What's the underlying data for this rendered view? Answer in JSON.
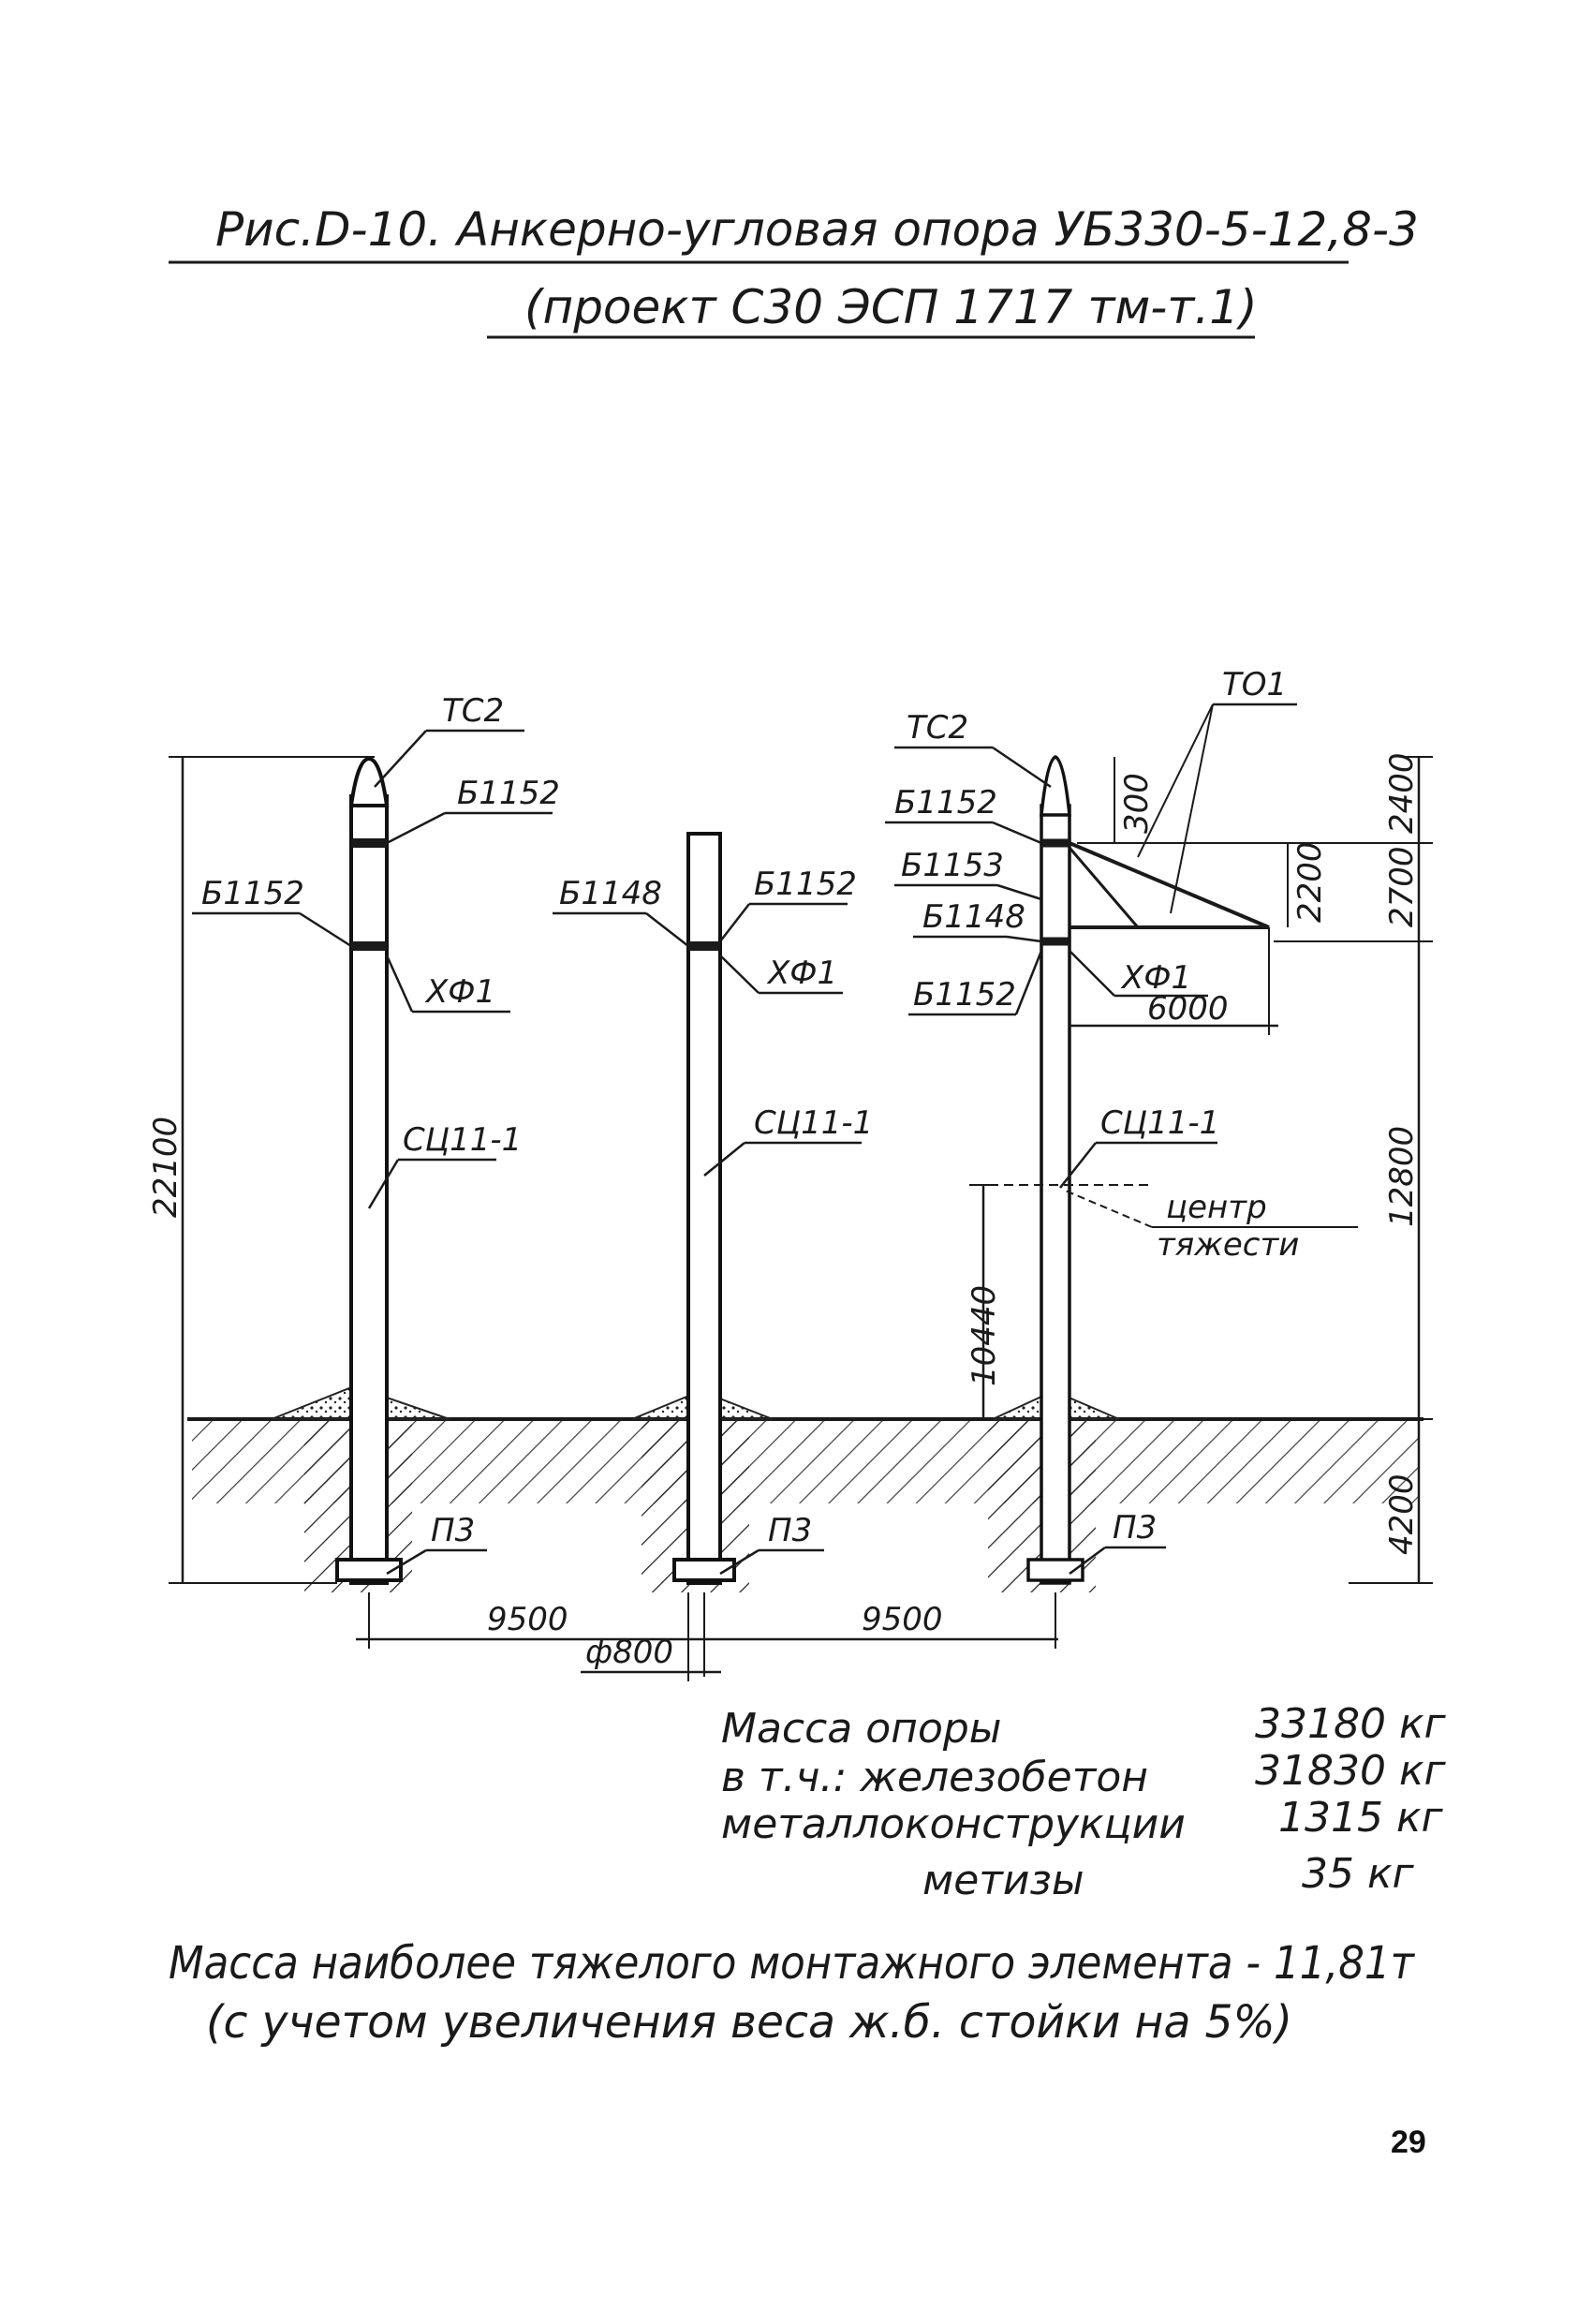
{
  "title": {
    "line1": "Рис.D-10. Анкерно-угловая опора УБ330-5-12,8-3",
    "line2": "(проект С30 ЭСП 1717 тм-т.1)"
  },
  "pole_left": {
    "top_cap": "ТС2",
    "band_upper": "Б1152",
    "band_lower": "Б1152",
    "clamp": "ХФ1",
    "shaft": "СЦ11-1",
    "base_plate": "П3"
  },
  "pole_middle": {
    "band_left": "Б1148",
    "band_right": "Б1152",
    "clamp": "ХФ1",
    "shaft": "СЦ11-1",
    "base_plate": "П3"
  },
  "pole_right": {
    "top_cap": "ТС2",
    "band_1": "Б1152",
    "band_2": "Б1153",
    "band_3": "Б1148",
    "band_4": "Б1152",
    "clamp": "ХФ1",
    "traverse": "ТО1",
    "shaft": "СЦ11-1",
    "centre_line1": "центр",
    "centre_line2": "тяжести",
    "base_plate": "П3"
  },
  "dimensions": {
    "total_height": "22100",
    "right_top": "2400",
    "right_mid": "2700",
    "right_main": "12800",
    "right_ground": "4200",
    "top_offset": "300",
    "traverse_drop": "2200",
    "traverse_reach": "6000",
    "centre_height": "10440",
    "span_left": "9500",
    "span_right": "9500",
    "diameter": "ф800"
  },
  "mass_table": [
    {
      "label": "Масса опоры",
      "value": "33180 кг"
    },
    {
      "label": "в т.ч.: железобетон",
      "value": "31830 кг"
    },
    {
      "label": "металлоконструкции",
      "value": "1315 кг"
    },
    {
      "label": "метизы",
      "value": "35 кг"
    }
  ],
  "note": {
    "line1": "Масса наиболее тяжелого монтажного элемента - 11,81т",
    "line2": "(с учетом увеличения веса ж.б. стойки на 5%)"
  },
  "page_number": "29"
}
